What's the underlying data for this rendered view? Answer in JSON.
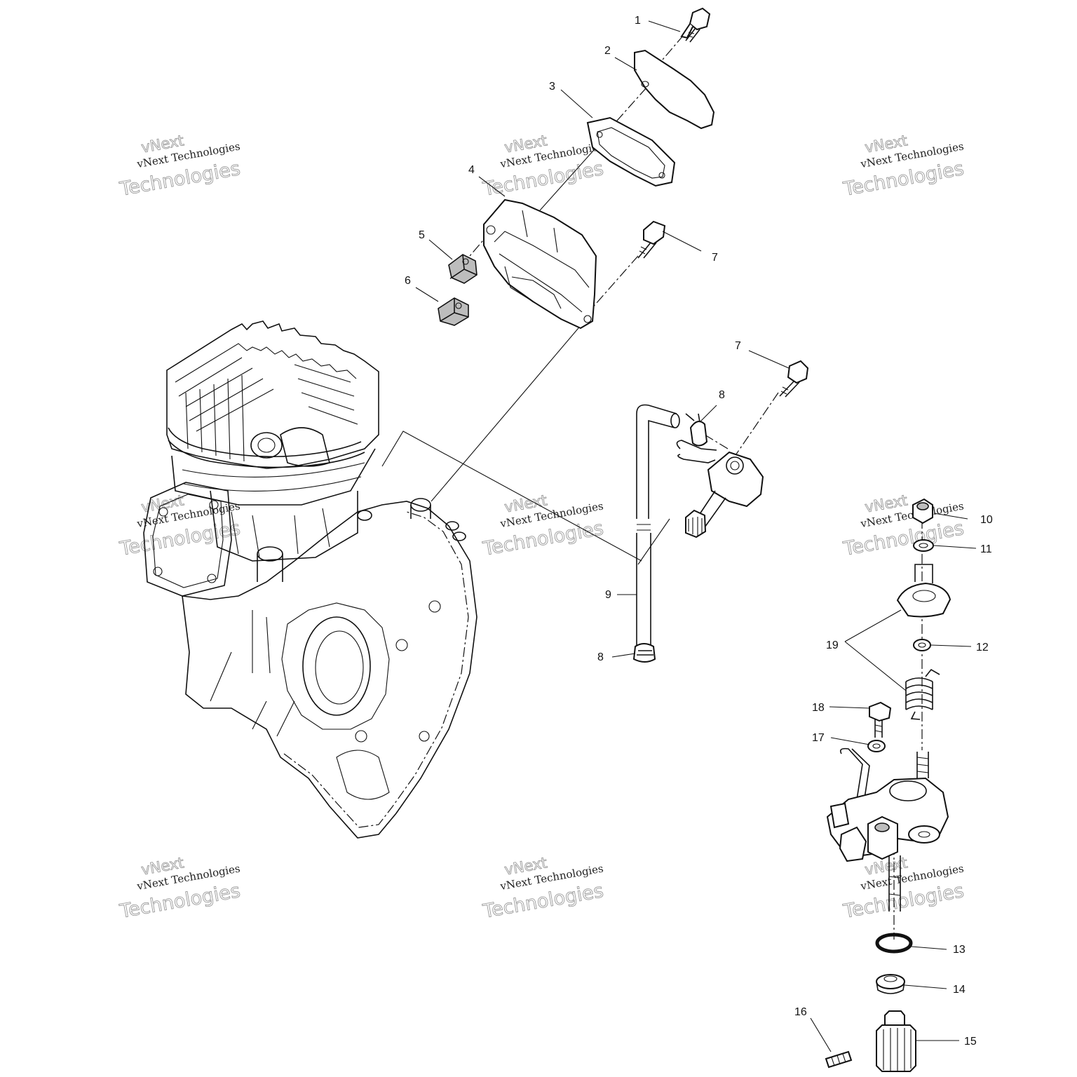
{
  "callouts": [
    "1",
    "2",
    "3",
    "4",
    "5",
    "6",
    "7",
    "7",
    "8",
    "8",
    "9",
    "10",
    "11",
    "12",
    "13",
    "14",
    "15",
    "16",
    "17",
    "18",
    "19"
  ],
  "watermark": {
    "small": "vNext Technologies",
    "large": "Technologies",
    "top": "vNext"
  }
}
